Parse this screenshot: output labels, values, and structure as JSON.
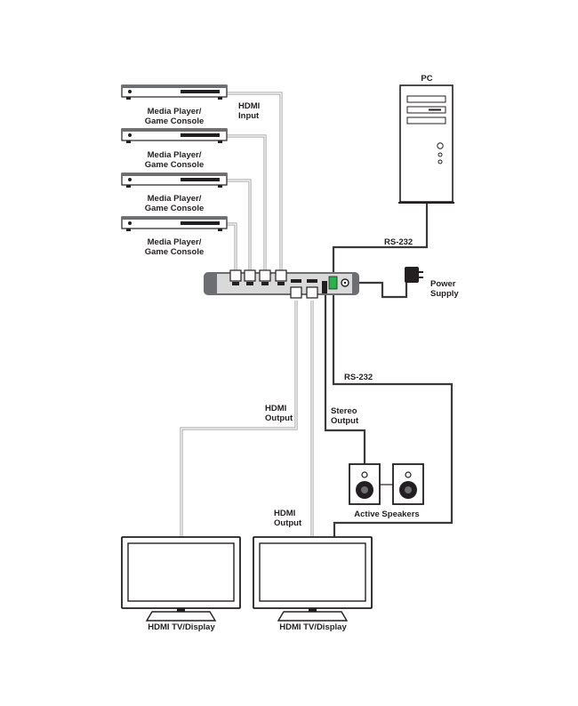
{
  "labels": {
    "source": "Media Player/\nGame Console",
    "hdmi_input": "HDMI\nInput",
    "pc": "PC",
    "rs232_top": "RS-232",
    "power": "Power\nSupply",
    "rs232_bottom": "RS-232",
    "stereo": "Stereo\nOutput",
    "hdmi_output_1": "HDMI\nOutput",
    "hdmi_output_2": "HDMI\nOutput",
    "speakers": "Active Speakers",
    "display_1": "HDMI TV/Display",
    "display_2": "HDMI TV/Display"
  },
  "colors": {
    "device_dark": "#6d6e71",
    "device_body": "#d9d9d9",
    "line": "#231f20",
    "rs232_port": "#2bb24c",
    "cable_light": "#a9a9a9",
    "cable_dark": "#3a3a3a"
  }
}
